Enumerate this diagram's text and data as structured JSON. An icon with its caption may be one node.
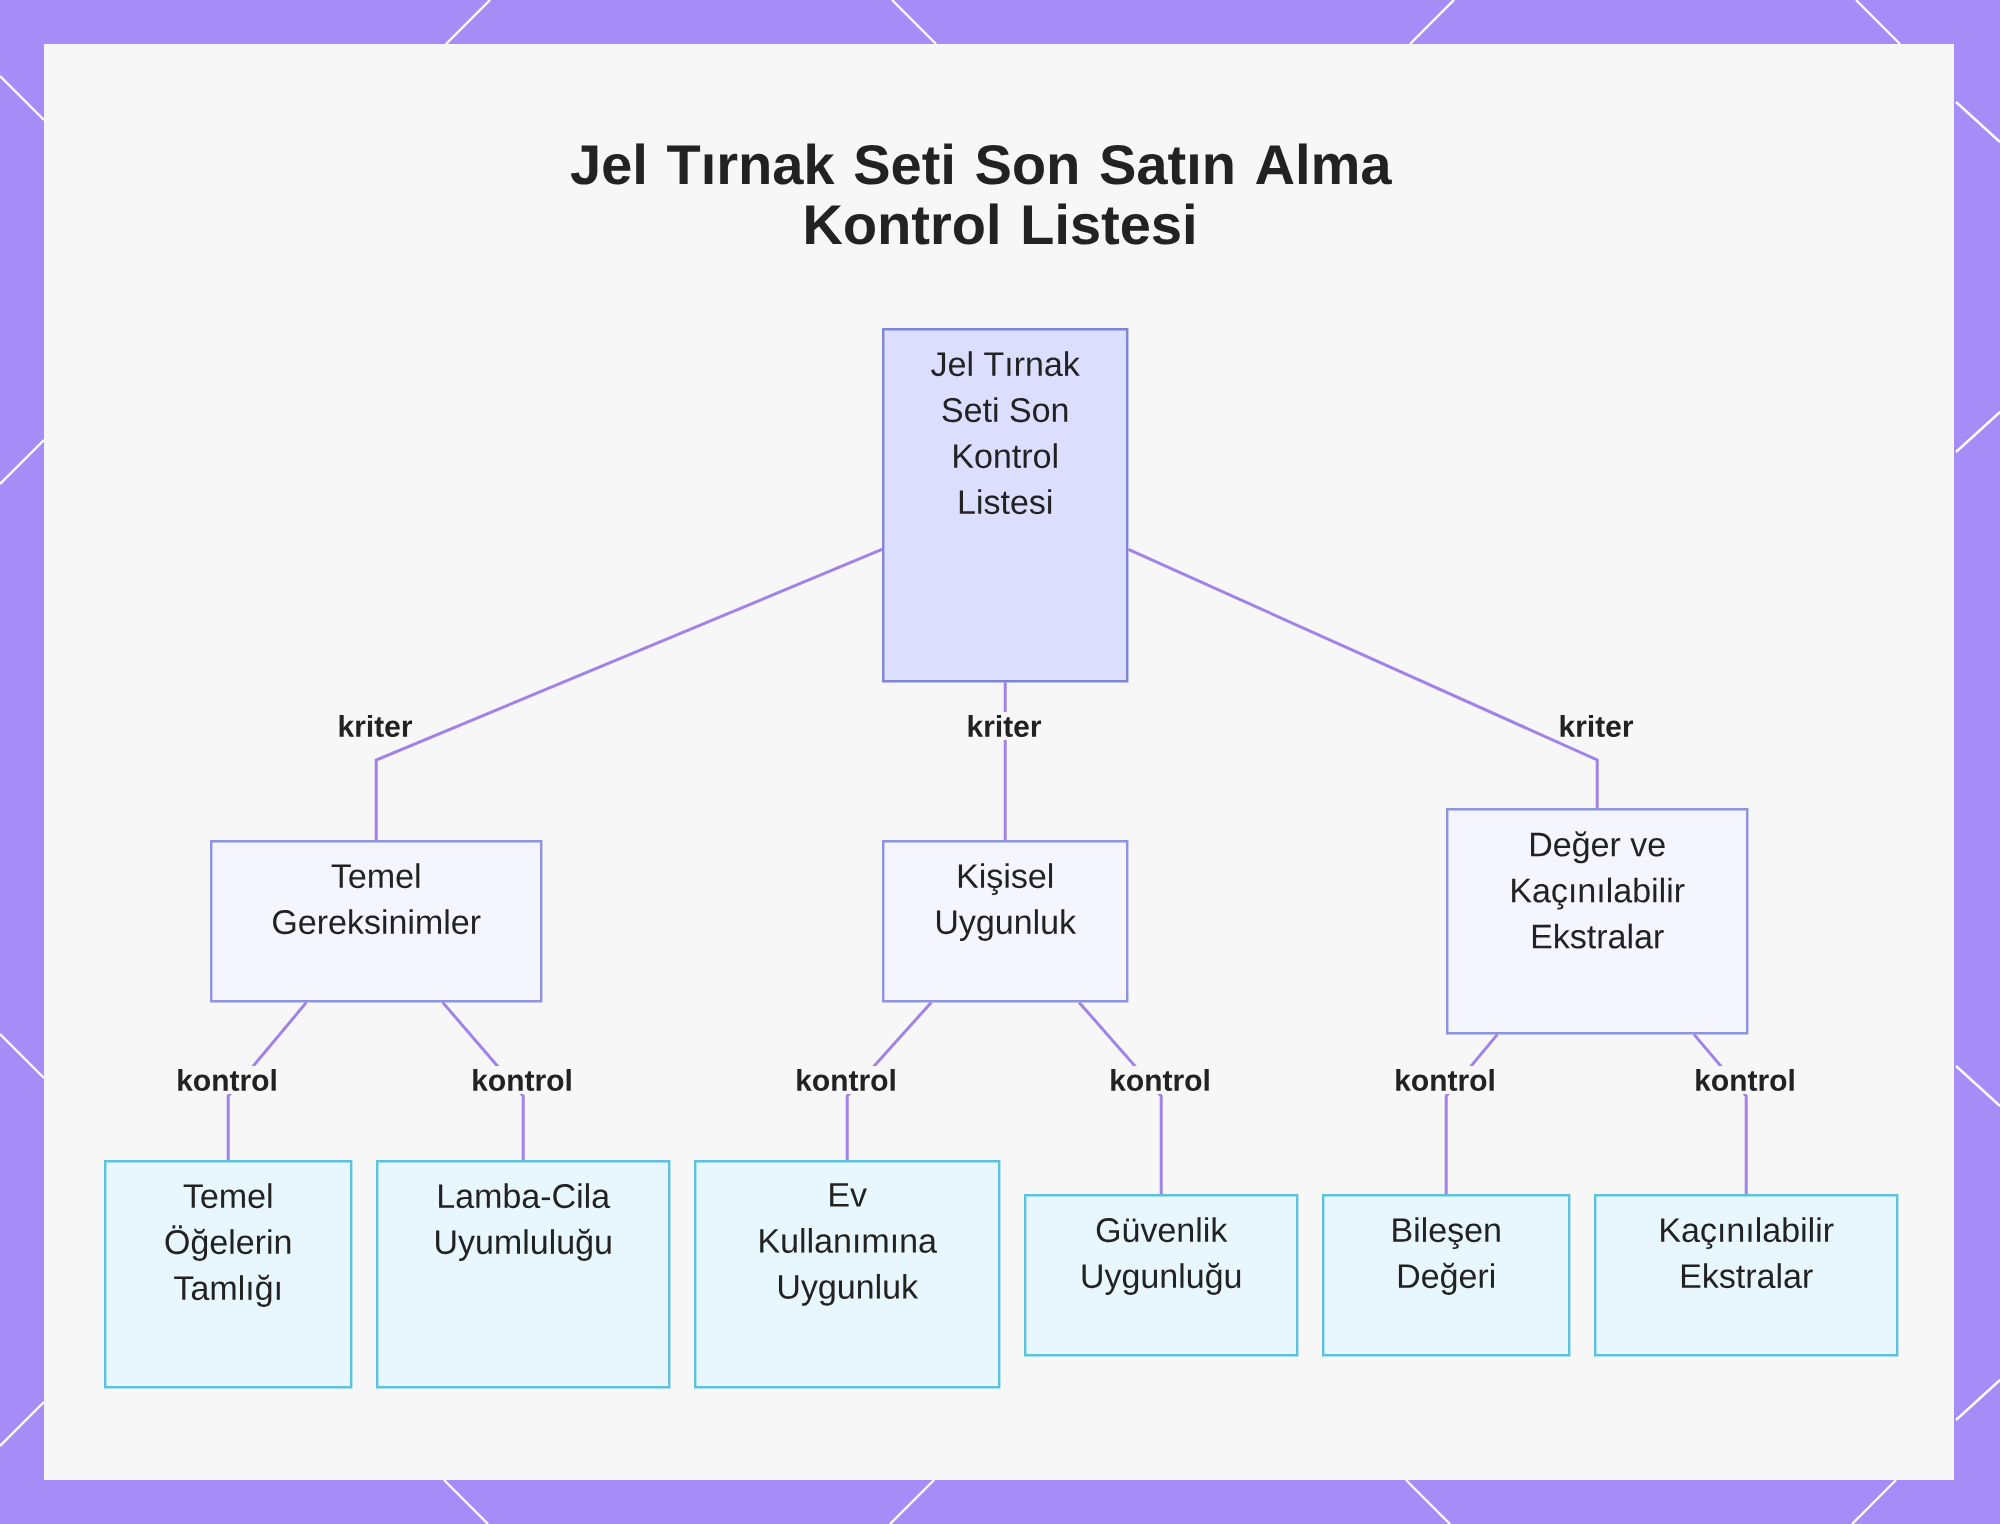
{
  "diagram": {
    "title": "Jel Tırnak Seti Son Satın Alma Kontrol Listesi",
    "nodes": [
      {
        "text": [
          "Jel Tırnak Seti Son Kontrol Listesi"
        ]
      },
      {
        "text": [
          "Temel Gereksinimler"
        ]
      },
      {
        "text": [
          "Kişisel Uygunluk"
        ]
      },
      {
        "text": [
          "Değer ve Kaçınılabilir Ekstralar"
        ]
      },
      {
        "text": [
          "Temel Öğelerin Tamlığı"
        ]
      },
      {
        "text": [
          "Lamba-Cila Uyumluluğu"
        ]
      },
      {
        "text": [
          "Ev Kullanımına Uygunluk"
        ]
      },
      {
        "text": [
          "Güvenlik Uygunluğu"
        ]
      },
      {
        "text": [
          "Bileşen Değeri"
        ]
      },
      {
        "text": [
          "Kaçınılabilir Ekstralar"
        ]
      }
    ],
    "edges": [
      {
        "from": 0,
        "to": 1,
        "arrow": "none",
        "label": "kriter"
      },
      {
        "from": 0,
        "to": 2,
        "arrow": "none",
        "label": "kriter"
      },
      {
        "from": 0,
        "to": 3,
        "arrow": "none",
        "label": "kriter"
      },
      {
        "from": 1,
        "to": 4,
        "arrow": "none",
        "label": "kontrol"
      },
      {
        "from": 1,
        "to": 5,
        "arrow": "none",
        "label": "kontrol"
      },
      {
        "from": 2,
        "to": 6,
        "arrow": "none",
        "label": "kontrol"
      },
      {
        "from": 2,
        "to": 7,
        "arrow": "none",
        "label": "kontrol"
      },
      {
        "from": 3,
        "to": 8,
        "arrow": "none",
        "label": "kontrol"
      },
      {
        "from": 3,
        "to": 9,
        "arrow": "none",
        "label": "kontrol"
      }
    ]
  }
}
